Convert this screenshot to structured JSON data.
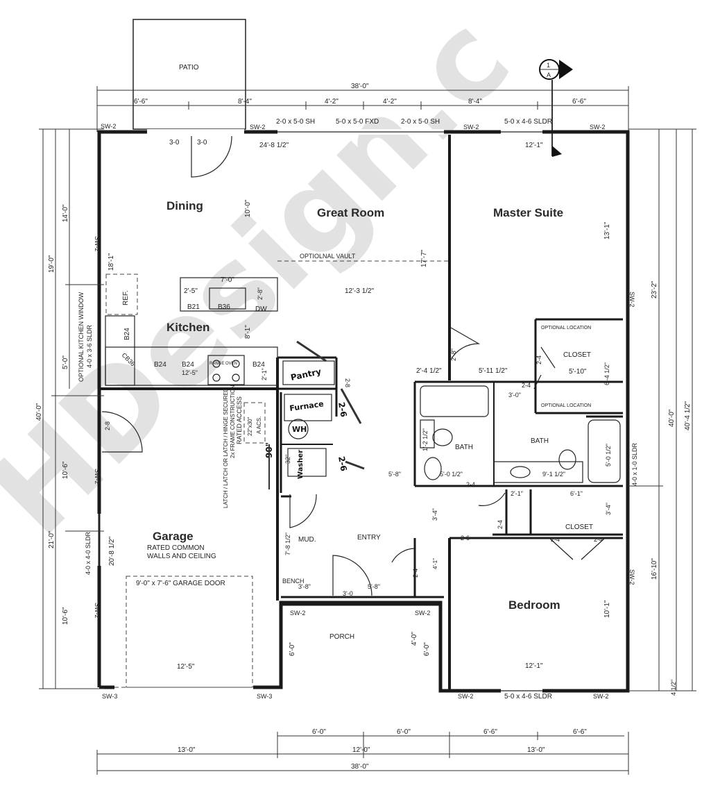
{
  "watermark": "HDesign.c",
  "rooms": {
    "patio": "PATIO",
    "dining": "Dining",
    "great_room": "Great Room",
    "master_suite": "Master Suite",
    "kitchen": "Kitchen",
    "garage": "Garage",
    "garage_note1": "RATED COMMON",
    "garage_note2": "WALLS AND CEILING",
    "garage_door": "9'-0\" x 7'-6\" GARAGE DOOR",
    "bedroom": "Bedroom",
    "porch": "PORCH",
    "entry": "ENTRY",
    "mud": "MUD.",
    "bath1": "BATH",
    "bath2": "BATH",
    "closet1": "CLOSET",
    "closet2": "CLOSET",
    "pantry": "Pantry",
    "furnace": "Furnace",
    "water_heater": "WH",
    "washer": "Washer",
    "bench": "BENCH",
    "ref": "REF.",
    "optional_vault": "OPTIOLNAL VAULT",
    "optional_location1": "OPTIONAL LOCATION",
    "optional_location2": "OPTIONAL LOCATION",
    "optional_kitchen_window1": "OPTIONAL KITCHEN WINDOW",
    "optional_kitchen_window2": "4-0 x 3-6 SLDR",
    "rated_access1": "22\"x30\"",
    "rated_access2": "A ACS.",
    "rated_access3": "RATED ACCESS",
    "rated_access4": "2x FRAME CONSTRUCTION",
    "latch_note": "LATCH / LATCH OR LATCH / HINGE SECURED",
    "section_mark": "A",
    "section_num": "1"
  },
  "cabinets": {
    "b21": "B21",
    "b36": "B36",
    "dw": "DW",
    "b24a": "B24",
    "b24b": "B24",
    "b24c": "B24",
    "b24d": "B24",
    "range": "RANGE OVEN",
    "cb36": "CB36"
  },
  "windows": {
    "w1": "2-0 x 5-0 SH",
    "w2": "5-0 x 5-0 FXD",
    "w3": "2-0 x 5-0 SH",
    "w4": "5-0 x 4-6 SLDR",
    "w5": "3-0",
    "w6": "3-0",
    "w7": "4-0 x 1-0 SLDR",
    "w8": "5-0 x 4-6 SLDR",
    "w9": "4-0 x 4-0 SLDR",
    "sw2a": "SW-2",
    "sw2b": "SW-2",
    "sw2c": "SW-2",
    "sw2d": "SW-2",
    "sw2e": "SW-2",
    "sw2f": "SW-2",
    "sw2g": "SW-2",
    "sw2h": "SW-2",
    "sw2i": "SW-2",
    "sw2j": "SW-2",
    "sw2k": "SW-2",
    "sw2l": "SW-2",
    "sw2m": "SW-2",
    "sw3a": "SW-3",
    "sw3b": "SW-3"
  },
  "dimensions": {
    "top_total": "38'-0\"",
    "top_a": "6'-6\"",
    "top_b": "8'-4\"",
    "top_c": "4'-2\"",
    "top_d": "4'-2\"",
    "top_e": "8'-4\"",
    "top_f": "6'-6\"",
    "bot_total": "38'-0\"",
    "bot_a": "13'-0\"",
    "bot_b": "12'-0\"",
    "bot_c": "13'-0\"",
    "bot_d": "6'-0\"",
    "bot_e": "6'-0\"",
    "bot_f": "6'-6\"",
    "bot_g": "6'-6\"",
    "left_a": "19'-0\"",
    "left_b": "14'-0\"",
    "left_c": "5'-0\"",
    "left_d": "40'-0\"",
    "left_e": "10'-6\"",
    "left_f": "21'-0\"",
    "left_g": "10'-6\"",
    "right_a": "23'-2\"",
    "right_b": "40'-0\"",
    "right_c": "40'-4 1/2\"",
    "right_d": "16'-10\"",
    "right_e": "4 1/2\"",
    "great_w": "24'-8 1/2\"",
    "master_w": "12'-1\"",
    "dining_h": "10'-0\"",
    "kitchen_h": "18'-1\"",
    "great_h": "17'-7\"",
    "mid_w": "12'-3 1/2\"",
    "master_h": "13'-1\"",
    "kitchen_w": "7'-0\"",
    "k1": "2'-5\"",
    "k2": "2'-8\"",
    "k3": "8'-1\"",
    "k4": "12'-5\"",
    "k5": "2'-1\"",
    "k6": "2'-4 1/2\"",
    "k7": "5'-11 1/2\"",
    "k8": "2'-8\"",
    "m1": "2-4",
    "m2": "5'-10\"",
    "m3": "6'-4 1/2\"",
    "m4": "2-4",
    "m5": "3'-0\"",
    "m6": "5'-0 1/2\"",
    "b1": "5'-8\"",
    "b2": "1'-2 1/2\"",
    "b3": "5'-0 1/2\"",
    "b4": "2-4",
    "b5": "9'-1 1/2\"",
    "c1": "6'-1\"",
    "c2": "2'-1\"",
    "c3": "2-4",
    "c4": "2-4",
    "c5": "2-4",
    "c6": "3'-4\"",
    "e1": "3'-4\"",
    "e2": "2-6",
    "e3": "2-4",
    "e4": "4'-1\"",
    "e5": "5'-8\"",
    "e6": "3'-0",
    "e7": "3'-8\"",
    "e8": "7'-8 1/2\"",
    "bed_h": "10'-1\"",
    "bed_w": "12'-1\"",
    "porch_l": "6'-0\"",
    "porch_r": "6'-0\"",
    "porch_r2": "4'-0\"",
    "garage_w": "12'-5\"",
    "garage_h": "20'-8 1/2\"",
    "g1": "2-8",
    "hw1": "90\"",
    "hw2": "32\"",
    "hw3": "2-6",
    "hw4": "2-6",
    "hw5": "2-8"
  }
}
